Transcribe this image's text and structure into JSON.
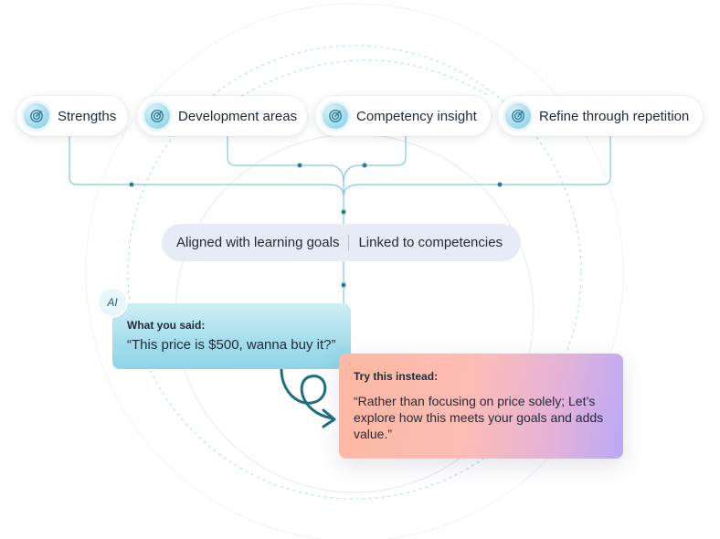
{
  "nodes": [
    {
      "label": "Strengths",
      "icon": "target-icon"
    },
    {
      "label": "Development areas",
      "icon": "target-icon"
    },
    {
      "label": "Competency insight",
      "icon": "target-icon"
    },
    {
      "label": "Refine through repetition",
      "icon": "target-icon"
    }
  ],
  "alignment": {
    "left": "Aligned with learning goals",
    "right": "Linked to competencies"
  },
  "said": {
    "badge": "AI",
    "title": "What you said:",
    "text": "“This price is $500, wanna buy it?”"
  },
  "suggestion": {
    "title": "Try this instead:",
    "text": "“Rather than focusing on price solely; Let’s explore how this meets your goals and adds value.”"
  },
  "colors": {
    "line": "#5bbad3",
    "node_icon": "#2a7c99",
    "arrow": "#1f6e80"
  }
}
